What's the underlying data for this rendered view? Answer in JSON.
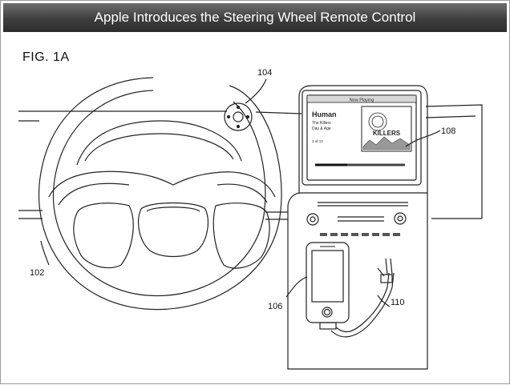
{
  "title": "Apple Introduces the Steering Wheel Remote Control",
  "figure_label": "FIG. 1A",
  "reference_numerals": {
    "remote_control": "104",
    "steering_wheel": "102",
    "head_unit_display": "108",
    "portable_device": "106",
    "cable": "110"
  },
  "screen": {
    "header": "Now Playing",
    "track": "Human",
    "artist": "The Killers",
    "album": "Day & Age",
    "position": "3 of 12",
    "album_art_text": "KILLERS"
  }
}
